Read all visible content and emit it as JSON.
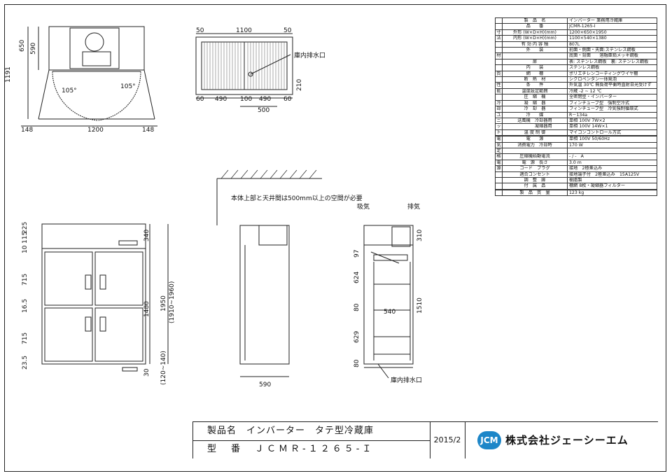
{
  "top_view": {
    "dims": [
      "650",
      "590",
      "1191",
      "105°",
      "105°",
      "148",
      "1200",
      "148"
    ]
  },
  "back_view": {
    "dims": [
      "50",
      "1100",
      "50",
      "60",
      "490",
      "100",
      "490",
      "60",
      "500",
      "210"
    ],
    "label": "庫内排水口"
  },
  "side_note": "本体上部と天井間は500mm以上の空間が必要",
  "front_view": {
    "dims": [
      "115",
      "225",
      "340",
      "10",
      "715",
      "16.5",
      "1480",
      "1950",
      "(1910~1960)",
      "715",
      "23.5",
      "30",
      "(120~140)"
    ]
  },
  "side_view": {
    "dims": [
      "590"
    ]
  },
  "section_view": {
    "dims": [
      "310",
      "97",
      "624",
      "540",
      "80",
      "1510",
      "629",
      "80"
    ],
    "intake": "吸気",
    "exhaust": "排気",
    "drain": "庫内排水口"
  },
  "spec_rows": [
    {
      "g": "",
      "k": "製　品　名",
      "v": "インバーター 業務用冷蔵庫"
    },
    {
      "g": "",
      "k": "品　　番",
      "v": "JCMR-1265-I"
    },
    {
      "g": "寸",
      "k": "外形 (W×D×H)(mm)",
      "v": "1200×650×1950"
    },
    {
      "g": "法",
      "k": "内形 (W×D×H)(mm)",
      "v": "1100×540×1380"
    },
    {
      "g": "",
      "k": "有 効 内 容 積",
      "v": "807L"
    },
    {
      "g": "",
      "k": "外　　装",
      "v": "前面・側面・天面:ステンレス鋼板"
    },
    {
      "g": "材",
      "k": "",
      "v": "底面・背面　　溶融亜鉛メッキ鋼板"
    },
    {
      "g": "",
      "k": "扉",
      "v": "表: ステンレス鋼板　裏: ステンレス鋼板"
    },
    {
      "g": "",
      "k": "内　　装",
      "v": "ステンレス鋼板"
    },
    {
      "g": "質",
      "k": "網　　棚",
      "v": "ポリエチレンコーティングワイヤ棚"
    },
    {
      "g": "",
      "k": "断　熱　材",
      "v": "シクロペンタン一体発泡"
    },
    {
      "g": "性",
      "k": "条　　件",
      "v": "外気温 30℃ 無負荷平衡時直射日光受けず"
    },
    {
      "g": "能",
      "k": "温度設定範囲",
      "v": "冷蔵 -2 ~ 12 ℃"
    },
    {
      "g": "",
      "k": "圧　縮　機",
      "v": "全密閉型・インバーター"
    },
    {
      "g": "冷",
      "k": "凝　縮　器",
      "v": "フィンチューブ型　強制空冷式"
    },
    {
      "g": "却",
      "k": "冷　却　器",
      "v": "フィンチューブ型　冷気強制循環式"
    },
    {
      "g": "ユ",
      "k": "冷　　媒",
      "v": "R－134a"
    },
    {
      "g": "ニ",
      "k": "送風機　冷却器用",
      "v": "単相 100V 7W×2"
    },
    {
      "g": "ッ",
      "k": "　　　　凝縮器用",
      "v": "単相 100V 14W×1"
    },
    {
      "g": "ト",
      "k": "温 度 制 御",
      "v": "マイコンコントロール方式"
    },
    {
      "g": "",
      "k": "",
      "v": ""
    },
    {
      "g": "電",
      "k": "電　　源",
      "v": "単相 100V 50/60Hz"
    },
    {
      "g": "気",
      "k": "消費電力　冷却時",
      "v": "170 W"
    },
    {
      "g": "定",
      "k": "",
      "v": ""
    },
    {
      "g": "格",
      "k": "圧縮機始動電流",
      "v": "- / -　A"
    },
    {
      "g": "電",
      "k": "電　源　長さ",
      "v": "3.0 m"
    },
    {
      "g": "源",
      "k": "コード　プラグ",
      "v": "接地　2極差込み"
    },
    {
      "g": "",
      "k": "適合コンセント",
      "v": "接地端子付　2極差込み　15A125V"
    },
    {
      "g": "",
      "k": "調　整　脚",
      "v": "樹脂製"
    },
    {
      "g": "",
      "k": "付　属　品",
      "v": "棚網 8枚・凝縮器フィルター"
    },
    {
      "g": "",
      "k": "",
      "v": ""
    },
    {
      "g": "",
      "k": "製　品　質　量",
      "v": "123 kg"
    }
  ],
  "title_block": {
    "name": "製品名　インバーター　タテ型冷蔵庫",
    "model": "型　番　ＪＣＭＲ-１２６５-Ｉ",
    "date": "2015/2",
    "logo": "JCM",
    "company": "株式会社ジェーシーエム"
  }
}
